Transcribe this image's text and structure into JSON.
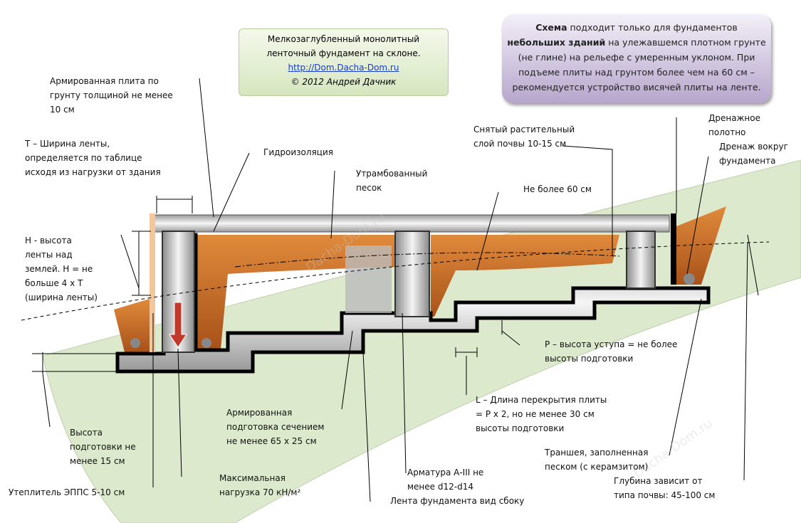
{
  "title_box": {
    "line1": "Мелкозаглубленный монолитный",
    "line2": "ленточный фундамент на склоне.",
    "link": "http://Dom.Dacha-Dom.ru",
    "copyright": "© 2012 Андрей Дачник"
  },
  "note_box": {
    "bold1": "Схема",
    "text1": " подходит только для фундаментов",
    "bold2": "небольших зданий",
    "text2": " на улежавшемся плотном грунте",
    "line3": "(не глине) на рельефе с умеренным уклоном.  При",
    "line4": "подъеме плиты над грунтом более чем на 60 см –",
    "line5": "рекомендуется устройство висячей плиты на ленте."
  },
  "labels": {
    "slab": [
      "Армированная плита по",
      "грунту толщиной не менее",
      "10 см"
    ],
    "width": [
      "Т – Ширина ленты,",
      "определяется по таблице",
      "исходя из нагрузки от здания"
    ],
    "waterproof": "Гидроизоляция",
    "sand": [
      "Утрамбованный",
      "песок"
    ],
    "height": [
      "Н - высота",
      "ленты над",
      "землей. Н = не",
      "больше 4 х Т",
      "(ширина ленты)"
    ],
    "topsoil": [
      "Снятый растительный",
      "слой почвы 10-15 см"
    ],
    "max60": "Не более 60 см",
    "drain_cloth": [
      "Дренажное",
      "полотно"
    ],
    "drain": [
      "Дренаж вокруг",
      "фундамента"
    ],
    "step": [
      "Р – высота уступа = не более",
      "высоты подготовки"
    ],
    "overlap": [
      "L – Длина перекрытия плиты",
      "= Р х 2, но не менее 30 см",
      "высоты подготовки"
    ],
    "prep": [
      "Армированная",
      "подготовка сечением",
      "не менее 65 х 25 см"
    ],
    "prep_height": [
      "Высота",
      "подготовки не",
      "менее 15 см"
    ],
    "trench": [
      "Траншея, заполненная",
      "песком (с  керамзитом)"
    ],
    "rebar": [
      "Арматура А-III не",
      "менее d12-d14"
    ],
    "load": [
      "Максимальная",
      "нагрузка 70 кН/м²"
    ],
    "depth": [
      "Глубина зависит  от",
      "типа почвы: 45-100  см"
    ],
    "insulation": "Утеплитель ЭППС 5-10  см",
    "side_view": "Лента фундамента вид сбоку"
  },
  "watermark": "Dacha-Dom.ru",
  "colors": {
    "ground": "#dde9cc",
    "fill": "#c96a1e",
    "concrete": "#c8c8c8",
    "outline": "#000000"
  }
}
